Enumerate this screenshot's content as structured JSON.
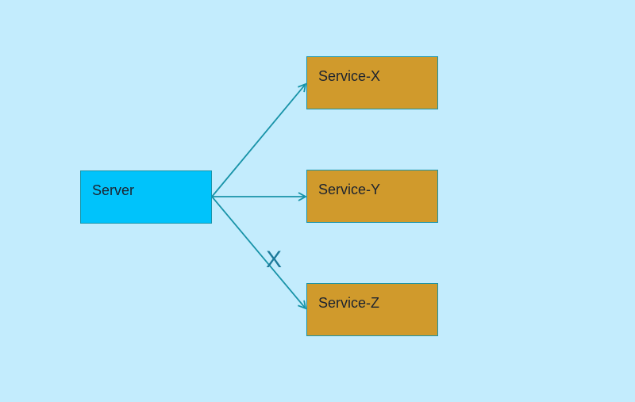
{
  "diagram": {
    "nodes": [
      {
        "id": "server",
        "label": "Server"
      },
      {
        "id": "service-x",
        "label": "Service-X"
      },
      {
        "id": "service-y",
        "label": "Service-Y"
      },
      {
        "id": "service-z",
        "label": "Service-Z"
      }
    ],
    "edges": [
      {
        "from": "server",
        "to": "service-x",
        "blocked": false
      },
      {
        "from": "server",
        "to": "service-y",
        "blocked": false
      },
      {
        "from": "server",
        "to": "service-z",
        "blocked": true
      }
    ],
    "blocked_marker": "X",
    "colors": {
      "background": "#c3ecfd",
      "server_fill": "#00c3fb",
      "service_fill": "#d09a2c",
      "edge": "#1893a8"
    }
  }
}
